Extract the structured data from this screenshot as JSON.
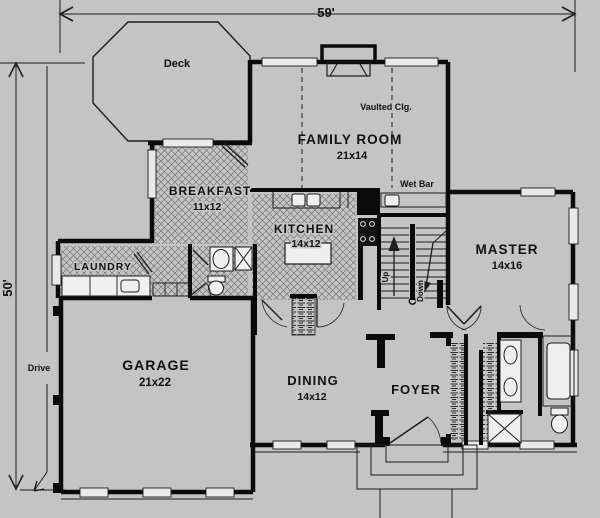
{
  "palette": {
    "background": "#c4c4c4",
    "wall_ink": "#0b0b0b",
    "line_ink": "#1d1d1d",
    "fixture_fill": "#efefef"
  },
  "dimensions": {
    "overall_width": "59'",
    "overall_depth": "50'"
  },
  "site": {
    "drive_label": "Drive",
    "deck_label": "Deck"
  },
  "annotations": {
    "vaulted_ceiling": "Vaulted Clg.",
    "wet_bar": "Wet Bar",
    "stairs_up": "Up",
    "stairs_down": "Down"
  },
  "rooms": {
    "family": {
      "name": "FAMILY ROOM",
      "size": "21x14"
    },
    "breakfast": {
      "name": "BREAKFAST",
      "size": "11x12"
    },
    "kitchen": {
      "name": "KITCHEN",
      "size": "14x12"
    },
    "laundry": {
      "name": "LAUNDRY"
    },
    "garage": {
      "name": "GARAGE",
      "size": "21x22"
    },
    "dining": {
      "name": "DINING",
      "size": "14x12"
    },
    "foyer": {
      "name": "FOYER"
    },
    "master": {
      "name": "MASTER",
      "size": "14x16"
    }
  }
}
